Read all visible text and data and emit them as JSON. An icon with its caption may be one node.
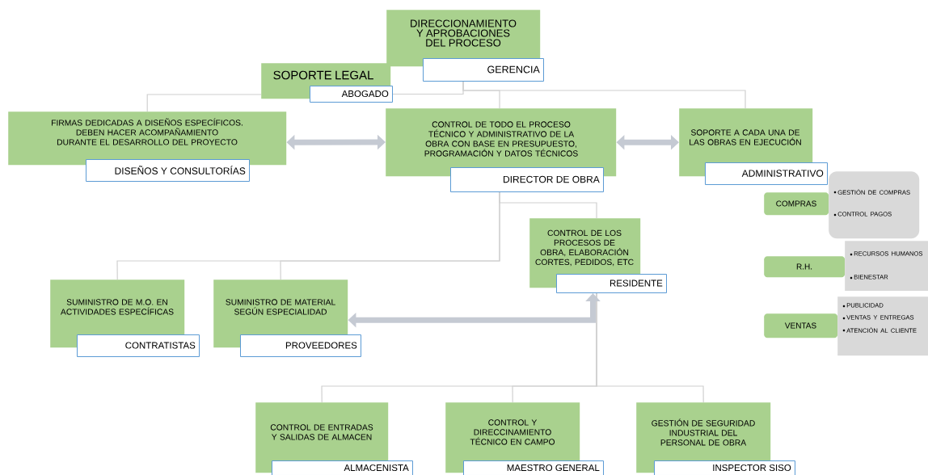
{
  "diagram": {
    "nodes": [
      {
        "text": [
          "DIRECCIONAMIENTO Y APROBACIONES DEL PROCESO",
          "GERENCIA"
        ]
      },
      {
        "text": [
          "SOPORTE LEGAL",
          "ABOGADO"
        ]
      },
      {
        "text": [
          "FIRMAS DEDICADAS A DISEÑOS ESPECÍFICOS. DEBEN HACER ACOMPAÑAMIENTO DURANTE EL DESARROLLO DEL PROYECTO",
          "DISEÑOS Y CONSULTORÍAS"
        ]
      },
      {
        "text": [
          "CONTROL DE TODO EL PROCESO TÉCNICO Y ADMINISTRATIVO DE LA OBRA CON BASE EN PRESUPUESTO, PROGRAMACIÓN Y DATOS TÉCNICOS",
          "DIRECTOR DE OBRA"
        ]
      },
      {
        "text": [
          "SOPORTE  A CADA UNA DE LAS OBRAS EN EJECUCIÓN",
          "ADMINISTRATIVO"
        ]
      },
      {
        "text": [
          "COMPRAS"
        ]
      },
      {
        "text": [
          "GESTIÓN DE COMPRAS",
          "CONTROL PAGOS"
        ]
      },
      {
        "text": [
          "R.H."
        ]
      },
      {
        "text": [
          "RECURSOS HUMANOS",
          "BIENESTAR"
        ]
      },
      {
        "text": [
          "VENTAS"
        ]
      },
      {
        "text": [
          "PUBLICIDAD",
          "VENTAS Y ENTREGAS",
          "ATENCIÓN AL CLIENTE"
        ]
      },
      {
        "text": [
          "CONTROL DE LOS PROCESOS DE OBRA, ELABORACIÓN CORTES, PEDIDOS, ETC",
          "RESIDENTE"
        ]
      },
      {
        "text": [
          "SUMINISTRO DE M.O. EN ACTIVIDADES ESPECÍFICAS",
          "CONTRATISTAS"
        ]
      },
      {
        "text": [
          "SUMINISTRO DE MATERIAL SEGÚN ESPECIALIDAD",
          "PROVEEDORES"
        ]
      },
      {
        "text": [
          "CONTROL DE ENTRADAS Y SALIDAS DE ALMACEN",
          "ALMACENISTA"
        ]
      },
      {
        "text": [
          "CONTROL Y DIRECCINAMIENTO TÉCNICO EN CAMPO",
          "MAESTRO GENERAL"
        ]
      },
      {
        "text": [
          "GESTIÓN DE SEGURIDAD INDUSTRIAL DEL PERSONAL DE OBRA",
          "INSPECTOR SISO"
        ]
      }
    ],
    "edges": [
      {
        "from": 0,
        "to": 1,
        "arrow": "none"
      },
      {
        "from": 1,
        "to": 2,
        "arrow": "none"
      },
      {
        "from": 0,
        "to": 3,
        "arrow": "none"
      },
      {
        "from": 0,
        "to": 4,
        "arrow": "none"
      },
      {
        "from": 3,
        "to": 11,
        "arrow": "none"
      },
      {
        "from": 3,
        "to": 12,
        "arrow": "none"
      },
      {
        "from": 3,
        "to": 13,
        "arrow": "none"
      },
      {
        "from": 11,
        "to": 14,
        "arrow": "none"
      },
      {
        "from": 11,
        "to": 15,
        "arrow": "none"
      },
      {
        "from": 11,
        "to": 16,
        "arrow": "none"
      },
      {
        "from": 2,
        "to": 3,
        "arrow": "both",
        "style": "thick"
      },
      {
        "from": 3,
        "to": 4,
        "arrow": "both",
        "style": "thick"
      },
      {
        "from": 13,
        "to": 11,
        "arrow": "both",
        "style": "thick"
      }
    ]
  }
}
